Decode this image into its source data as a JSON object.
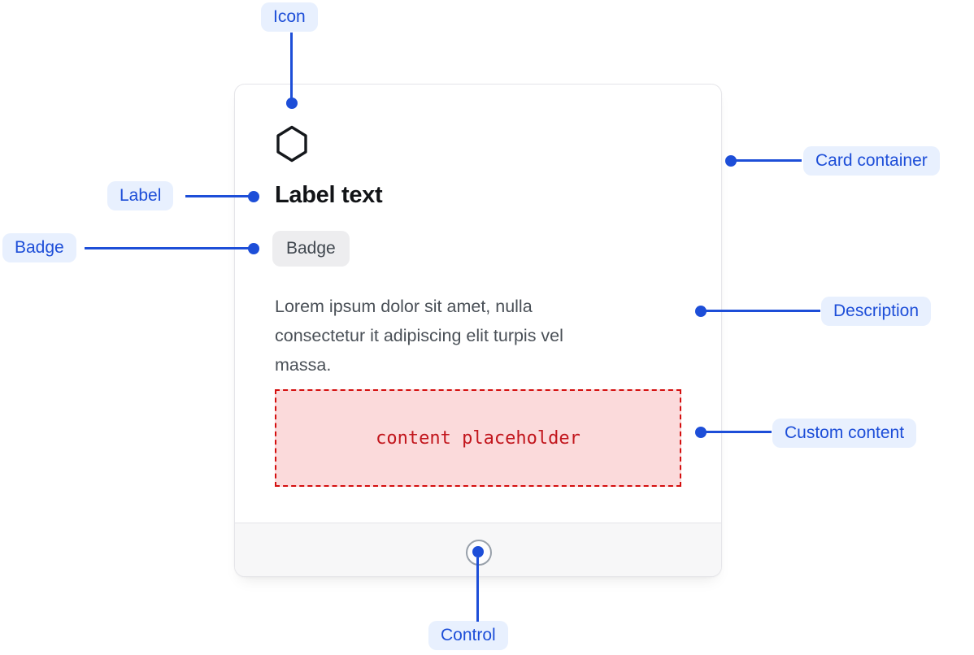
{
  "annotations": {
    "icon": {
      "label": "Icon"
    },
    "label": {
      "label": "Label"
    },
    "badge": {
      "label": "Badge"
    },
    "card_container": {
      "label": "Card container"
    },
    "description": {
      "label": "Description"
    },
    "custom_content": {
      "label": "Custom content"
    },
    "control": {
      "label": "Control"
    }
  },
  "card": {
    "icon": "hexagon-icon",
    "label_text": "Label text",
    "badge_text": "Badge",
    "description_lines": [
      "Lorem ipsum dolor sit amet, nulla",
      "consectetur it adipiscing elit turpis vel",
      "massa."
    ],
    "placeholder_text": "content placeholder"
  },
  "colors": {
    "annotation_accent": "#1d4ed8",
    "annotation_pill_bg": "#e8f0fe",
    "card_border": "#e5e5e9",
    "badge_bg": "#ededef",
    "badge_text": "#40474f",
    "description_text": "#4a5057",
    "footer_bg": "#f7f7f8",
    "placeholder_bg": "#fbdadb",
    "placeholder_border": "#d40f0f",
    "placeholder_text_color": "#c2161d",
    "control_ring": "#98a0aa"
  }
}
